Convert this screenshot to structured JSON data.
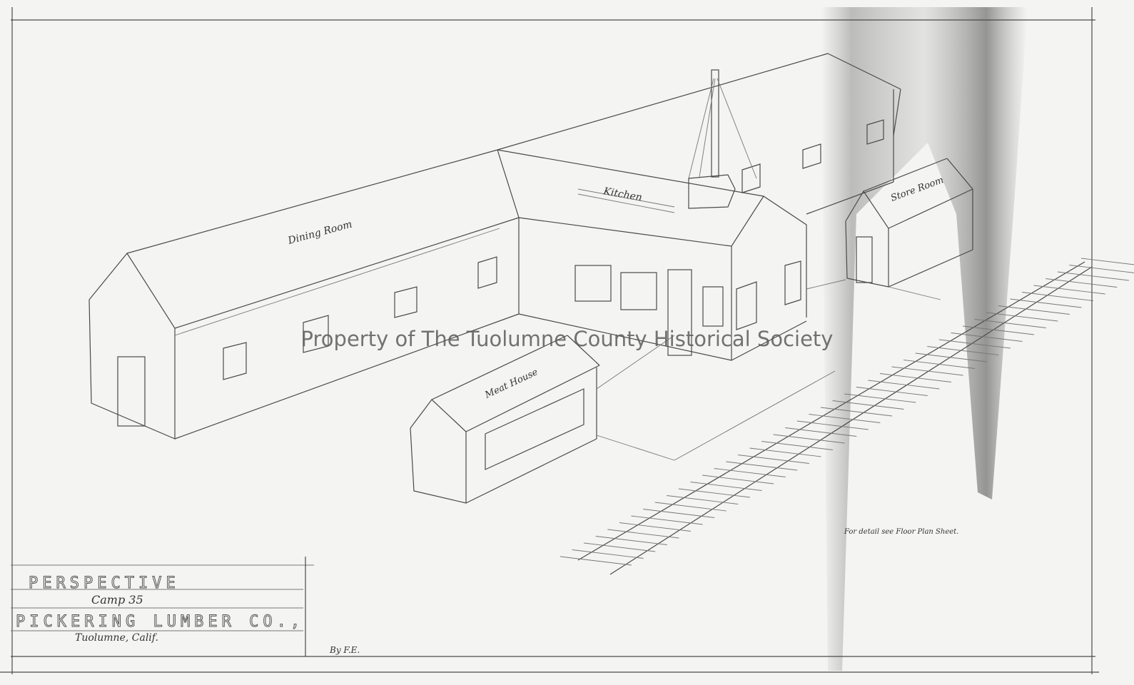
{
  "watermark": "Property of The Tuolumne County Historical Society",
  "labels": {
    "dining_room": "Dining Room",
    "kitchen": "Kitchen",
    "store_room": "Store Room",
    "meat_house": "Meat House",
    "note": "For detail see Floor Plan Sheet."
  },
  "title_block": {
    "title": "PERSPECTIVE",
    "subtitle": "Camp 35",
    "company": "PICKERING LUMBER CO.,",
    "location": "Tuolumne, Calif.",
    "author": "By F.E."
  }
}
